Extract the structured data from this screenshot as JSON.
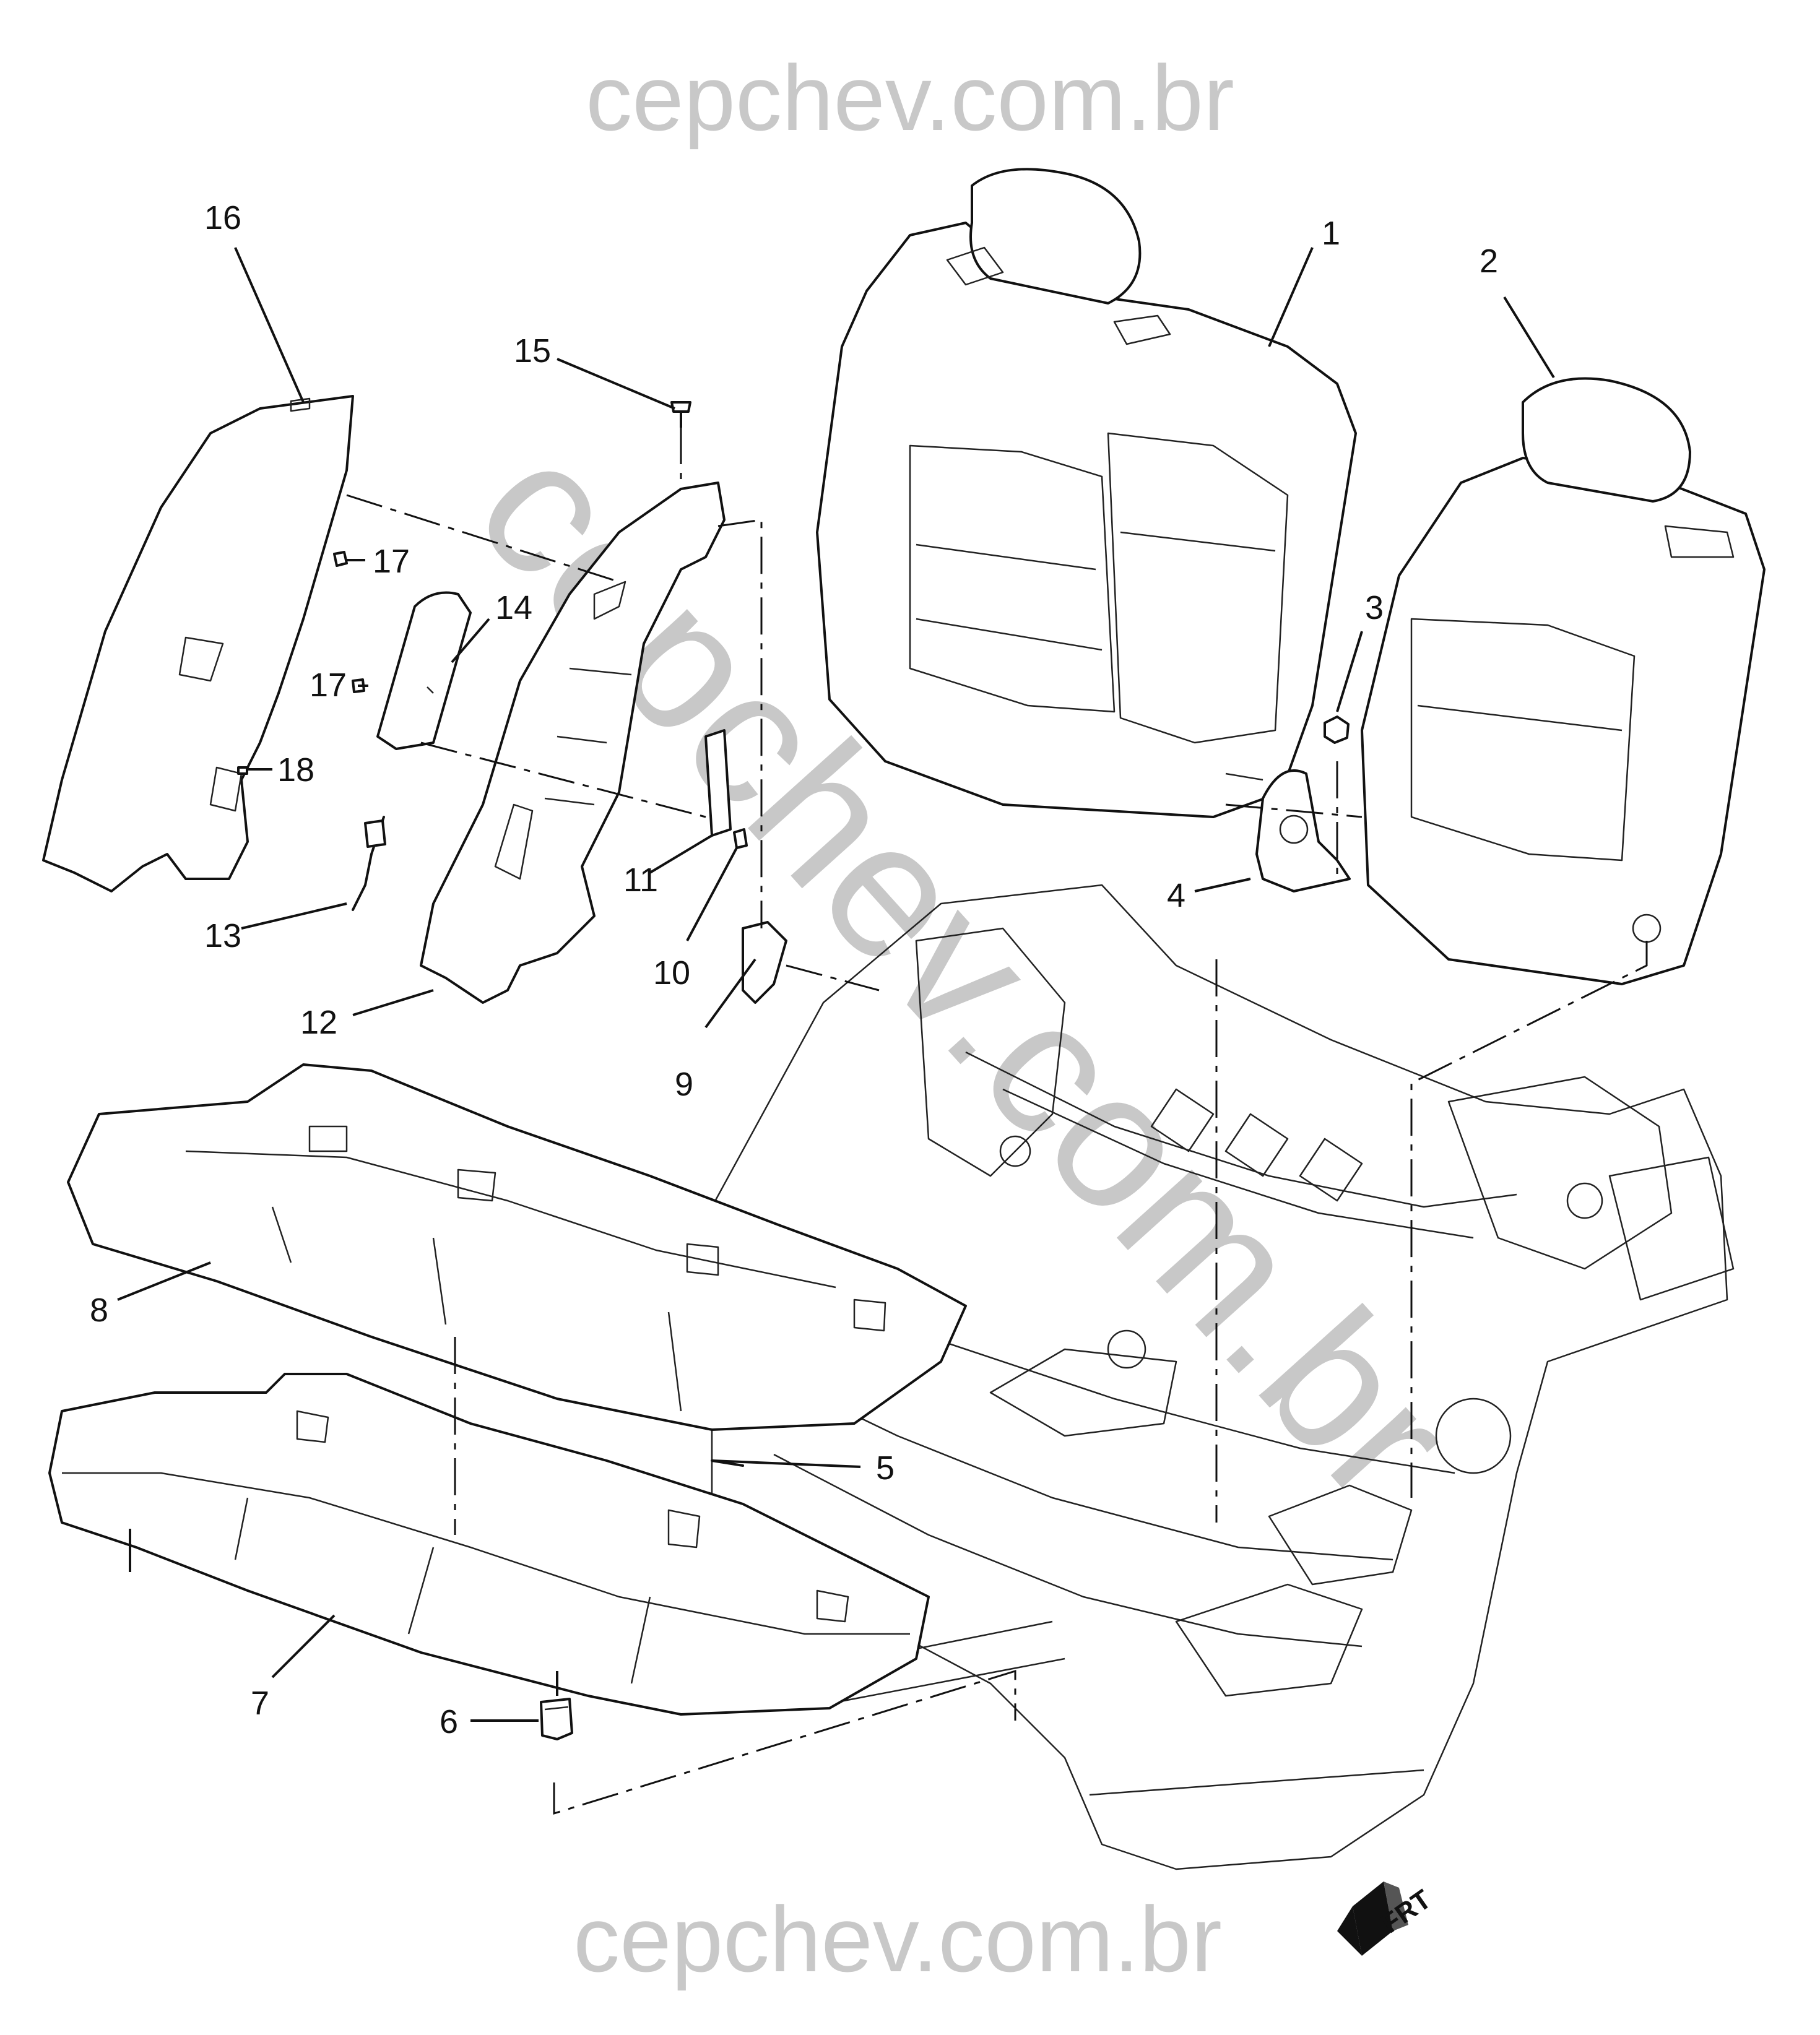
{
  "watermark": {
    "top": "cepchev.com.br",
    "bottom": "cepchev.com.br",
    "diagonal": "cepchev.com.br"
  },
  "front_indicator": {
    "label": "FRT",
    "icon": "front-direction-arrow-icon"
  },
  "callouts": [
    "1",
    "2",
    "3",
    "4",
    "5",
    "6",
    "7",
    "8",
    "9",
    "10",
    "11",
    "12",
    "13",
    "14",
    "15",
    "16",
    "17",
    "17",
    "18"
  ]
}
